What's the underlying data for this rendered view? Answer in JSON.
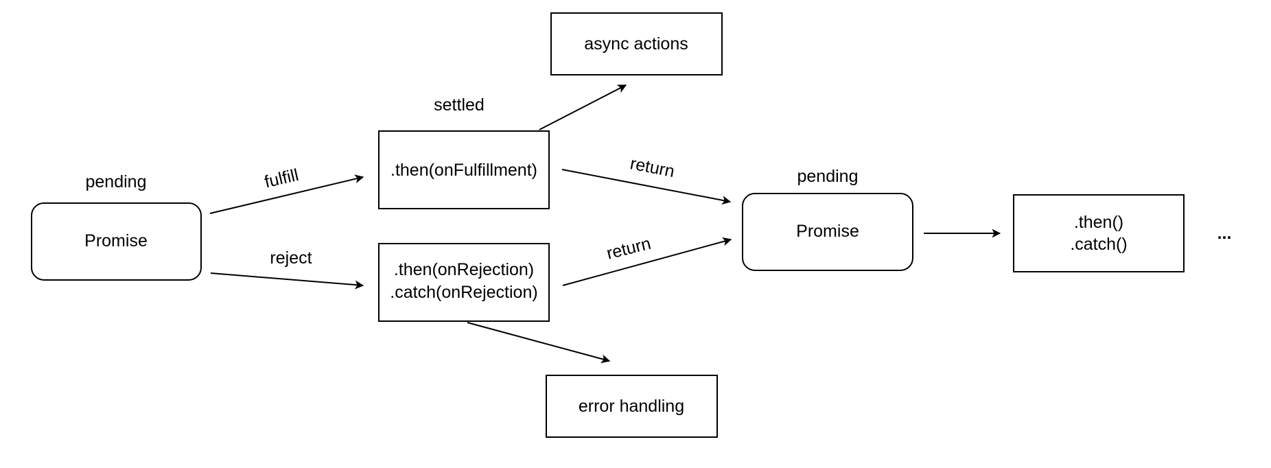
{
  "nodes": {
    "promise_start": {
      "label": "Promise",
      "state": "pending"
    },
    "then_fulfillment": {
      "label": ".then(onFulfillment)",
      "state": "settled"
    },
    "rejection_handlers": {
      "line1": ".then(onRejection)",
      "line2": ".catch(onRejection)"
    },
    "async_actions": {
      "label": "async actions"
    },
    "error_handling": {
      "label": "error handling"
    },
    "promise_next": {
      "label": "Promise",
      "state": "pending"
    },
    "then_catch": {
      "line1": ".then()",
      "line2": ".catch()"
    },
    "continuation": {
      "label": "..."
    }
  },
  "edges": {
    "fulfill": "fulfill",
    "reject": "reject",
    "return_from_fulfillment": "return",
    "return_from_rejection": "return"
  }
}
